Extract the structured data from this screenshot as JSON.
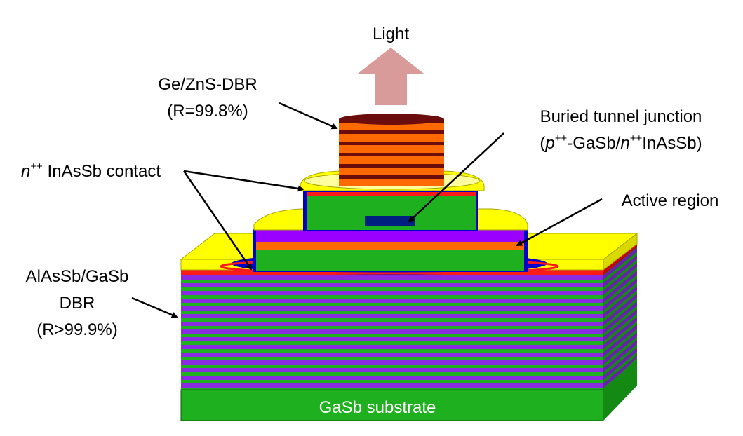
{
  "labels": {
    "light": "Light",
    "top_dbr_name": "Ge/ZnS-DBR",
    "top_dbr_reflectivity": "(R=99.8%)",
    "tunnel_title": "Buried tunnel junction",
    "tunnel_formula": {
      "open": "(",
      "p": "p",
      "p_sup": "++",
      "mid": "-GaSb/",
      "n": "n",
      "n_sup": "++",
      "tail": "InAsSb)"
    },
    "contact": {
      "n": "n",
      "n_sup": "++",
      "text": " InAsSb contact"
    },
    "active_region": "Active region",
    "bottom_dbr_name": "AlAsSb/GaSb",
    "bottom_dbr_type": "DBR",
    "bottom_dbr_reflectivity": "(R>99.9%)",
    "substrate": "GaSb substrate"
  },
  "colors": {
    "light_arrow": "#d99a9a",
    "dbr_dark": "#6b0d0d",
    "dbr_orange": "#ff6a00",
    "gold": "#ffff00",
    "gold_edge": "#a6a600",
    "green": "#1fb01f",
    "purple": "#9a00ff",
    "blue": "#0000cc",
    "red": "#ff1a1a",
    "navy": "#002080",
    "dbr_purple": "#8a2be2",
    "substrate": "#1fb01f"
  },
  "icons": {
    "light_arrow": "up-arrow-icon"
  }
}
